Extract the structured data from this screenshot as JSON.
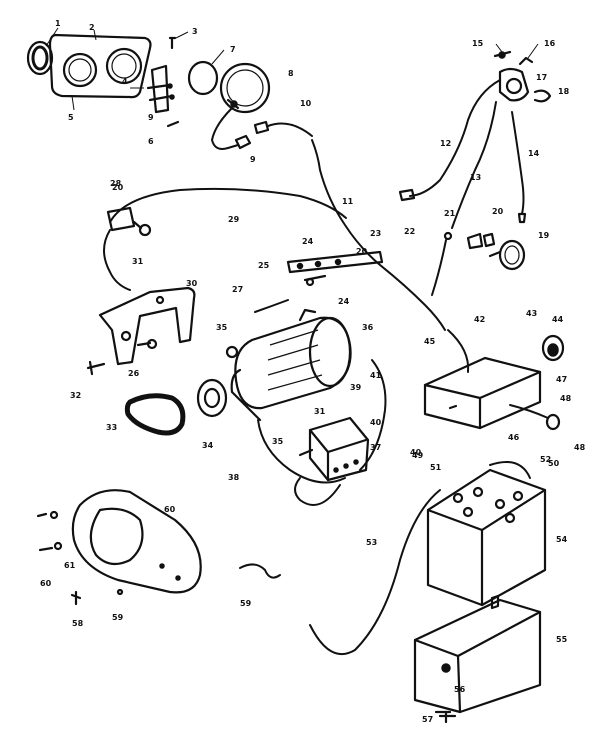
{
  "diagram": {
    "callouts": [
      {
        "id": "c1",
        "text": "1"
      },
      {
        "id": "c2",
        "text": "2"
      },
      {
        "id": "c3",
        "text": "3"
      },
      {
        "id": "c4",
        "text": "4"
      },
      {
        "id": "c5",
        "text": "5"
      },
      {
        "id": "c6",
        "text": "6"
      },
      {
        "id": "c7",
        "text": "7"
      },
      {
        "id": "c8",
        "text": "8"
      },
      {
        "id": "c9a",
        "text": "9"
      },
      {
        "id": "c9b",
        "text": "9"
      },
      {
        "id": "c10",
        "text": "10"
      },
      {
        "id": "c11",
        "text": "11"
      },
      {
        "id": "c12",
        "text": "12"
      },
      {
        "id": "c13",
        "text": "13"
      },
      {
        "id": "c14",
        "text": "14"
      },
      {
        "id": "c15",
        "text": "15"
      },
      {
        "id": "c16",
        "text": "16"
      },
      {
        "id": "c17",
        "text": "17"
      },
      {
        "id": "c18",
        "text": "18"
      },
      {
        "id": "c19",
        "text": "19"
      },
      {
        "id": "c20a",
        "text": "20"
      },
      {
        "id": "c20b",
        "text": "20"
      },
      {
        "id": "c20c",
        "text": "20"
      },
      {
        "id": "c21",
        "text": "21"
      },
      {
        "id": "c22",
        "text": "22"
      },
      {
        "id": "c23",
        "text": "23"
      },
      {
        "id": "c24a",
        "text": "24"
      },
      {
        "id": "c24b",
        "text": "24"
      },
      {
        "id": "c25",
        "text": "25"
      },
      {
        "id": "c26",
        "text": "26"
      },
      {
        "id": "c27",
        "text": "27"
      },
      {
        "id": "c28",
        "text": "28"
      },
      {
        "id": "c29",
        "text": "29"
      },
      {
        "id": "c30",
        "text": "30"
      },
      {
        "id": "c31a",
        "text": "31"
      },
      {
        "id": "c31b",
        "text": "31"
      },
      {
        "id": "c32",
        "text": "32"
      },
      {
        "id": "c33",
        "text": "33"
      },
      {
        "id": "c34",
        "text": "34"
      },
      {
        "id": "c35a",
        "text": "35"
      },
      {
        "id": "c35b",
        "text": "35"
      },
      {
        "id": "c36",
        "text": "36"
      },
      {
        "id": "c37",
        "text": "37"
      },
      {
        "id": "c38",
        "text": "38"
      },
      {
        "id": "c39",
        "text": "39"
      },
      {
        "id": "c40a",
        "text": "40"
      },
      {
        "id": "c40b",
        "text": "40"
      },
      {
        "id": "c41",
        "text": "41"
      },
      {
        "id": "c42",
        "text": "42"
      },
      {
        "id": "c43",
        "text": "43"
      },
      {
        "id": "c44",
        "text": "44"
      },
      {
        "id": "c45",
        "text": "45"
      },
      {
        "id": "c46",
        "text": "46"
      },
      {
        "id": "c47",
        "text": "47"
      },
      {
        "id": "c48a",
        "text": "48"
      },
      {
        "id": "c48b",
        "text": "48"
      },
      {
        "id": "c49",
        "text": "49"
      },
      {
        "id": "c50",
        "text": "50"
      },
      {
        "id": "c51",
        "text": "51"
      },
      {
        "id": "c52",
        "text": "52"
      },
      {
        "id": "c53",
        "text": "53"
      },
      {
        "id": "c54",
        "text": "54"
      },
      {
        "id": "c55",
        "text": "55"
      },
      {
        "id": "c56",
        "text": "56"
      },
      {
        "id": "c57",
        "text": "57"
      },
      {
        "id": "c58",
        "text": "58"
      },
      {
        "id": "c59a",
        "text": "59"
      },
      {
        "id": "c59b",
        "text": "59"
      },
      {
        "id": "c60a",
        "text": "60"
      },
      {
        "id": "c60b",
        "text": "60"
      },
      {
        "id": "c61",
        "text": "61"
      }
    ]
  }
}
